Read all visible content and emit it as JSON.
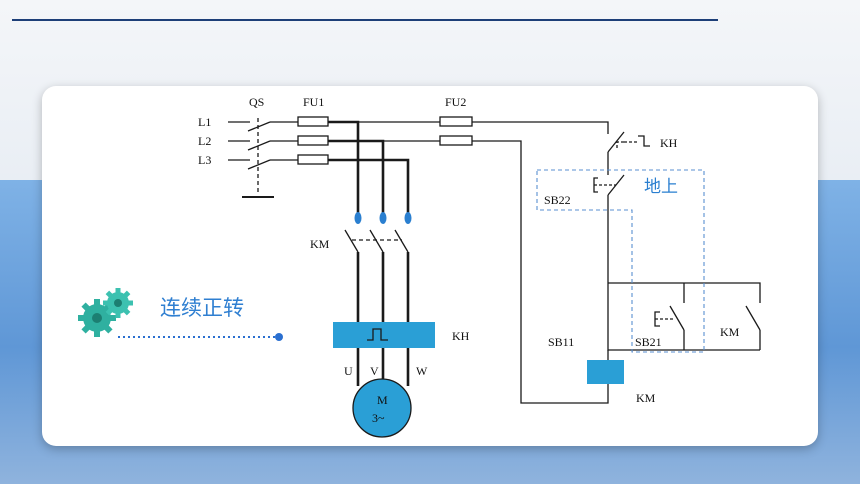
{
  "diagram": {
    "labels": {
      "l1": "L1",
      "l2": "L2",
      "l3": "L3",
      "qs": "QS",
      "fu1": "FU1",
      "fu2": "FU2",
      "km_main": "KM",
      "kh_main": "KH",
      "u": "U",
      "v": "V",
      "w": "W",
      "motor_m": "M",
      "motor_phase": "3~",
      "kh_ctrl": "KH",
      "sb22": "SB22",
      "local": "地上",
      "sb11": "SB11",
      "sb21": "SB21",
      "km_hold": "KM",
      "km_coil": "KM"
    },
    "title": "连续正转"
  },
  "colors": {
    "accent": "#2a9fd6",
    "line": "#1a1a1a",
    "dashed": "#5a8fd0",
    "dark_line": "#1d3f78"
  }
}
